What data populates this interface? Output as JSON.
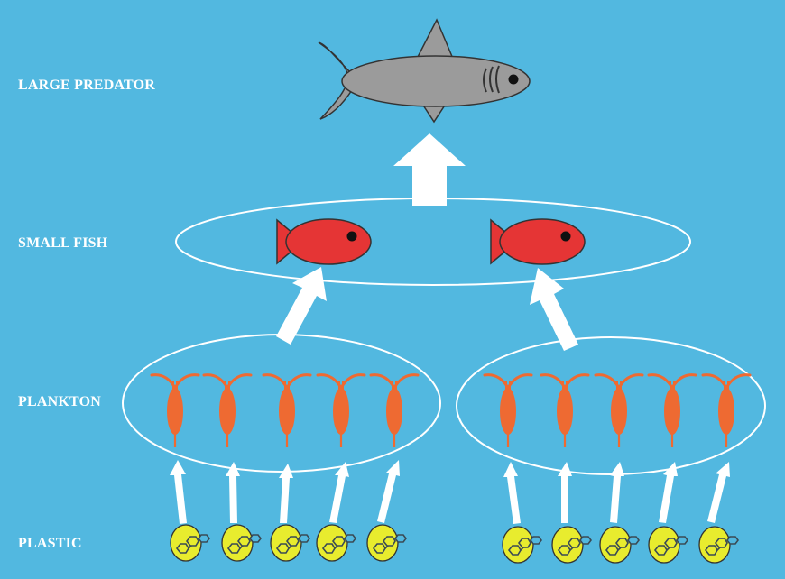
{
  "tiers": {
    "large_predator": "LARGE PREDATOR",
    "small_fish": "SMALL FISH",
    "plankton": "PLANKTON",
    "plastic": "PLASTIC"
  },
  "colors": {
    "water": "#52b8e0",
    "arrow": "#ffffff",
    "shark": "#9b9b9b",
    "small_fish": "#e53535",
    "plankton": "#ee6a32",
    "plastic": "#e8ec2e"
  },
  "counts": {
    "sharks": 1,
    "small_fish": 2,
    "plankton_groups": 2,
    "plankton_per_group": 5,
    "plastic_per_group": 5
  },
  "icons": [
    "shark-icon",
    "small-fish-icon",
    "plankton-icon",
    "plastic-pellet-icon",
    "up-arrow-icon"
  ]
}
